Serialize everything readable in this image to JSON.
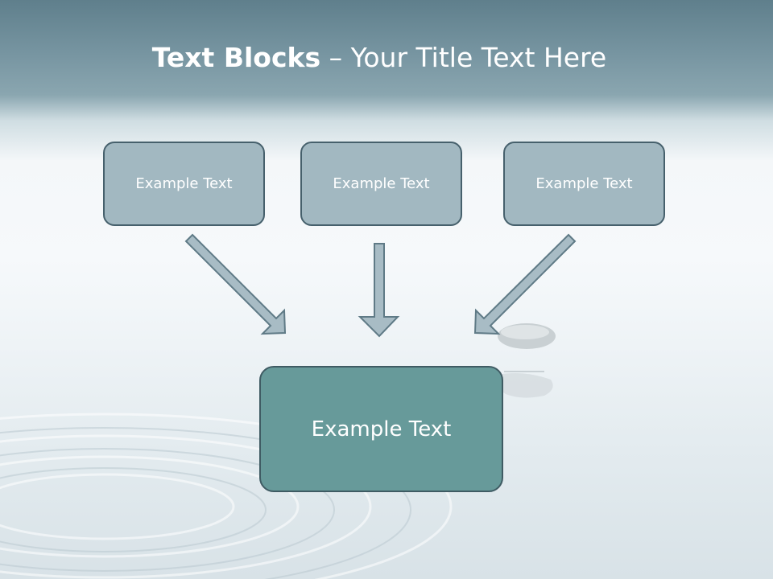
{
  "slide": {
    "title_bold": "Text Blocks",
    "title_rest": " – Your Title Text Here"
  },
  "blocks": {
    "left": "Example Text",
    "middle": "Example Text",
    "right": "Example Text",
    "main": "Example Text"
  },
  "colors": {
    "top_block_fill": "#a2b8c1",
    "main_block_fill": "#679a9a",
    "outline": "#46606c",
    "arrow_fill": "#a8bcc5",
    "header_band": "#7896a2"
  },
  "decorations": [
    "water-ripple",
    "pebble"
  ]
}
